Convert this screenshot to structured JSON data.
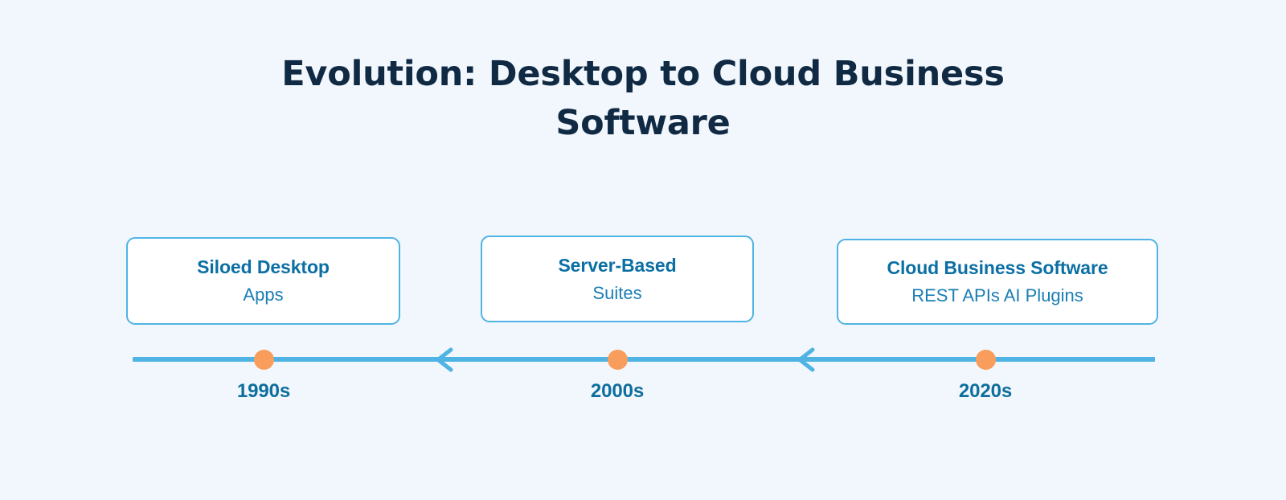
{
  "header": {
    "title_line_1": "Evolution: Desktop to Cloud Business",
    "title_line_2": "Software"
  },
  "colors": {
    "background": "#F2F7FD",
    "title_text": "#102A43",
    "card_border": "#4FB4E4",
    "card_background": "#FFFFFF",
    "card_title_text": "#0B6FA4",
    "card_subtitle_text": "#1B7EB4",
    "timeline_line": "#4FB4E4",
    "milestone_dot": "#F89D5C",
    "year_label_text": "#0D6E9E"
  },
  "timeline": {
    "orientation": "horizontal",
    "direction_indicator": "chevron-left",
    "milestones": [
      {
        "year": "1990s",
        "card_title": "Siloed Desktop",
        "card_subtitle": "Apps"
      },
      {
        "year": "2000s",
        "card_title": "Server-Based",
        "card_subtitle": "Suites"
      },
      {
        "year": "2020s",
        "card_title": "Cloud Business Software",
        "card_subtitle": "REST APIs AI Plugins"
      }
    ],
    "separators": [
      {
        "icon": "chevron-left-icon"
      },
      {
        "icon": "chevron-left-icon"
      }
    ]
  }
}
